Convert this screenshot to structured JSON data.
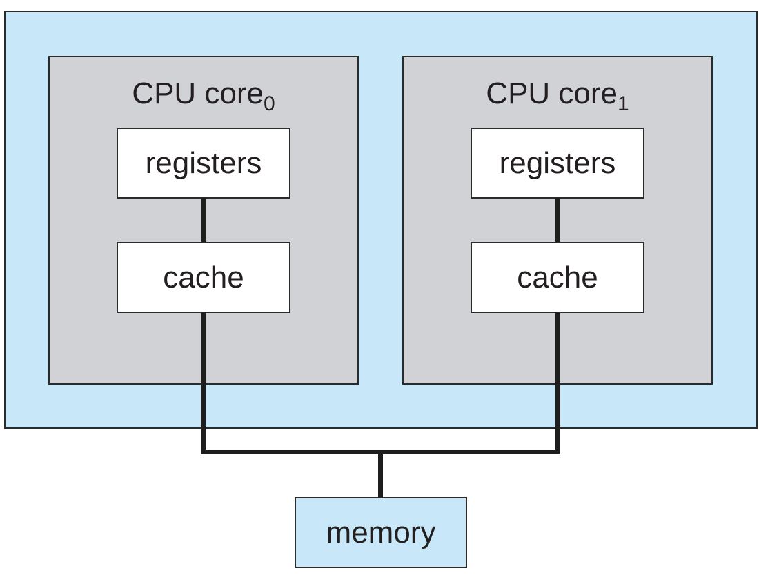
{
  "diagram": {
    "type": "dual-core CPU memory hierarchy",
    "chip": {
      "cores": [
        {
          "label": "CPU core",
          "subscript": "0",
          "components": [
            "registers",
            "cache"
          ]
        },
        {
          "label": "CPU core",
          "subscript": "1",
          "components": [
            "registers",
            "cache"
          ]
        }
      ]
    },
    "memory": {
      "label": "memory"
    },
    "connections": [
      "core0.registers -> core0.cache",
      "core1.registers -> core1.cache",
      "core0.cache -> bus",
      "core1.cache -> bus",
      "bus -> memory"
    ],
    "colors": {
      "chip_fill": "#c8e8f9",
      "core_fill": "#d1d2d6",
      "component_fill": "#ffffff",
      "memory_fill": "#c8e8f9",
      "line": "#1e1e1e"
    }
  }
}
